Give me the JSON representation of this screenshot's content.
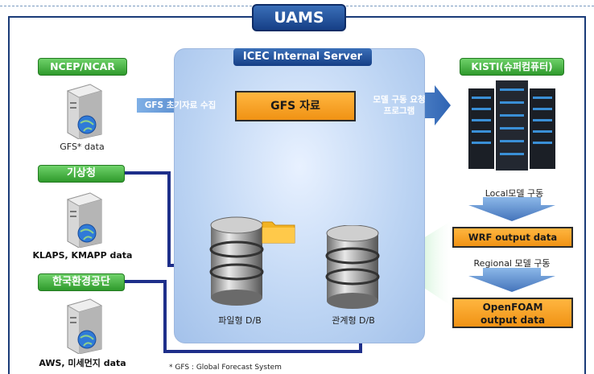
{
  "title": "UAMS",
  "server": {
    "title": "ICEC Internal Server"
  },
  "sources": {
    "ncep": {
      "label": "NCEP/NCAR",
      "data": "GFS* data"
    },
    "kma": {
      "label": "기상청",
      "data": "KLAPS, KMAPP data"
    },
    "keco": {
      "label": "한국환경공단",
      "data": "AWS, 미세먼지 data"
    }
  },
  "gfs_box": "GFS 자료",
  "gfs_collect": "GFS 초기자료 수집",
  "model_request": [
    "모델 구동 요청",
    "프로그램"
  ],
  "kisti": {
    "label": "KISTI(슈퍼컴퓨터)"
  },
  "local_run": "Local모델 구동",
  "wrf_output": "WRF output data",
  "regional_run": "Regional 모델 구동",
  "openfoam_output": [
    "OpenFOAM",
    "output data"
  ],
  "db_file": "파일형 D/B",
  "db_relational": "관계형 D/B",
  "footnote": "* GFS : Global Forecast System",
  "colors": {
    "navy": "#1a3b78",
    "green": "#3ba737",
    "orange": "#f5a01e",
    "arrow_blue": "#1e2f8a"
  }
}
